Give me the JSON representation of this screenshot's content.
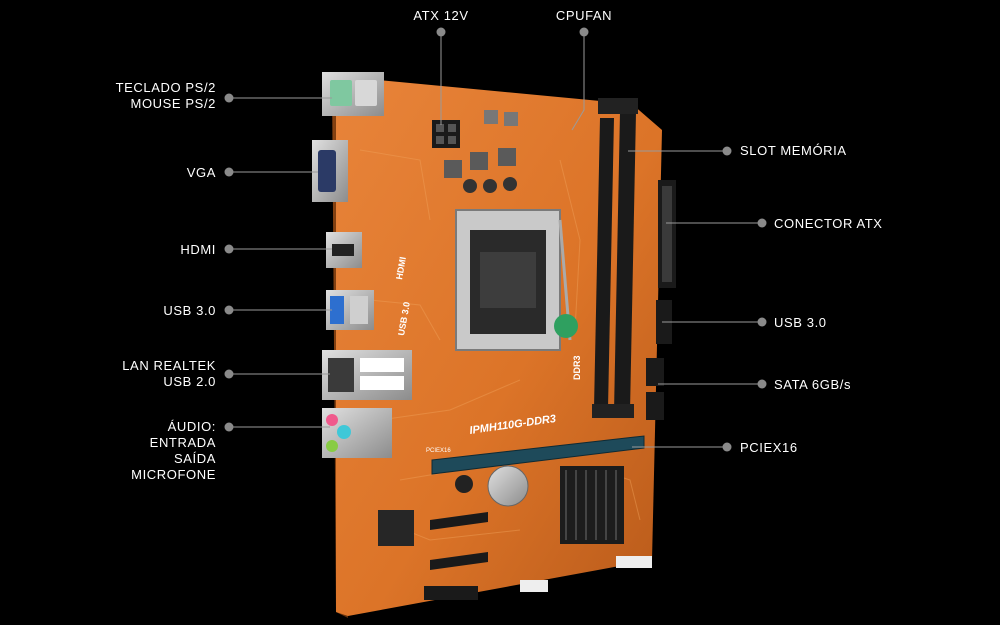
{
  "labels": {
    "ps2": [
      "TECLADO PS/2",
      "MOUSE PS/2"
    ],
    "vga": [
      "VGA"
    ],
    "hdmi": [
      "HDMI"
    ],
    "usb3_rear": [
      "USB 3.0"
    ],
    "lan": [
      "LAN REALTEK",
      "USB 2.0"
    ],
    "audio": [
      "ÁUDIO:",
      "ENTRADA",
      "SAÍDA",
      "MICROFONE"
    ],
    "atx12v": [
      "ATX 12V"
    ],
    "cpufan": [
      "CPUFAN"
    ],
    "slot_memoria": [
      "SLOT MEMÓRIA"
    ],
    "conector_atx": [
      "CONECTOR ATX"
    ],
    "usb3_header": [
      "USB 3.0"
    ],
    "sata": [
      "SATA 6GB/s"
    ],
    "pciex16": [
      "PCIEX16"
    ]
  },
  "board": {
    "silkscreen": {
      "model": "IPMH110G-DDR3",
      "ddr": "DDR3",
      "hdmi": "HDMI",
      "usb": "USB 3.0",
      "pciex16": "PCIEX16"
    }
  },
  "colors": {
    "background": "#000000",
    "pcb": "#e07a2c",
    "pcb_shade": "#b85a1a",
    "dimm": "#1a1a1a",
    "pcie": "#1e4a5a",
    "callout": "#9a9a9a",
    "dot": "#8a8a8a",
    "text": "#ffffff"
  }
}
